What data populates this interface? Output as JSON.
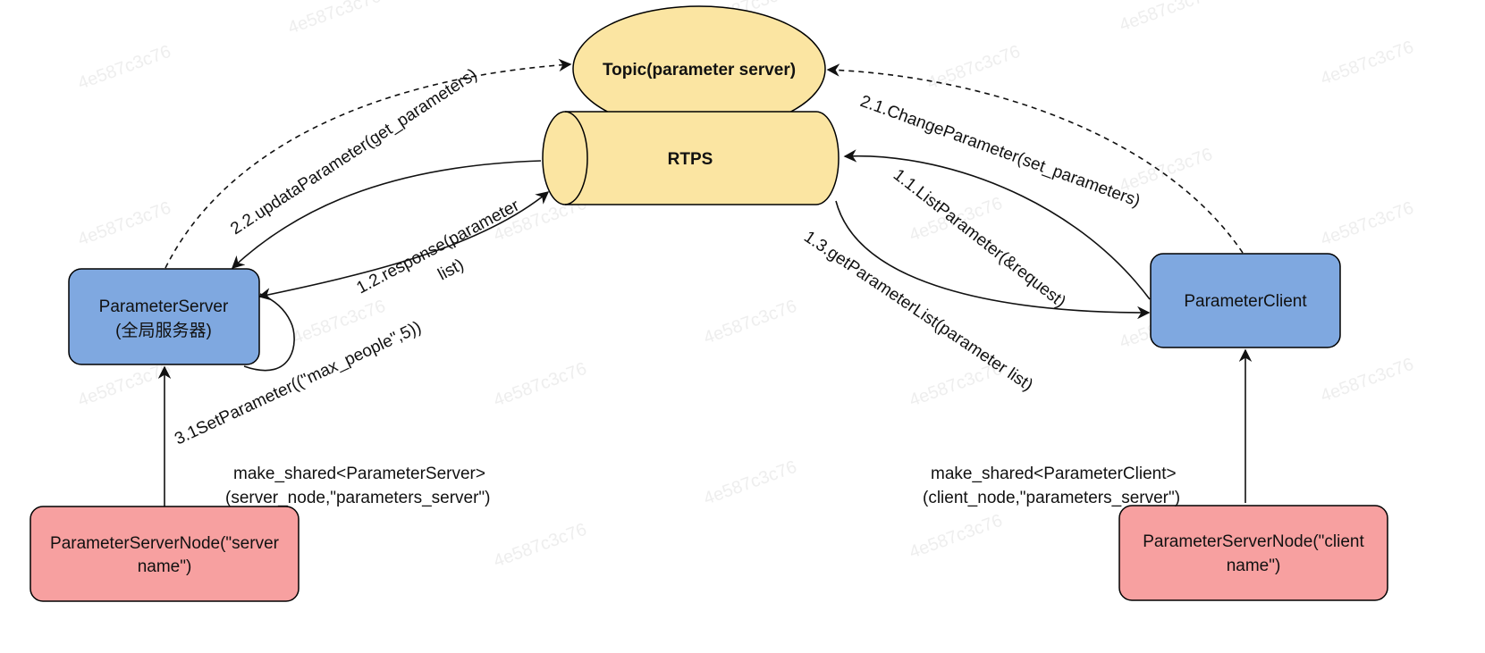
{
  "colors": {
    "topic_fill": "#fbe5a2",
    "server_fill": "#7fa8e0",
    "node_fill": "#f7a0a0",
    "stroke": "#000000",
    "line": "#111111",
    "watermark": "#eeeeee"
  },
  "nodes": {
    "topic": "Topic(parameter server)",
    "rtps": "RTPS",
    "parameter_server_line1": "ParameterServer",
    "parameter_server_line2": "(全局服务器)",
    "parameter_client": "ParameterClient",
    "server_node_line1": "ParameterServerNode(\"server",
    "server_node_line2": "name\")",
    "client_node_line1": "ParameterServerNode(\"client",
    "client_node_line2": "name\")"
  },
  "edges": {
    "e_2_2": "2.2.updataParameter(get_parameters)",
    "e_1_2_line1": "1.2.response(parameter",
    "e_1_2_line2": "list)",
    "e_3_1": "3.1SetParameter((\"max_people\",5))",
    "e_2_1": "2.1.ChangeParameter(set_parameters)",
    "e_1_1": "1.1.ListParameter(&request)",
    "e_1_3": "1.3.getParameterList(parameter list)",
    "make_server_line1": "make_shared<ParameterServer>",
    "make_server_line2": "(server_node,\"parameters_server\")",
    "make_client_line1": "make_shared<ParameterClient>",
    "make_client_line2": "(client_node,\"parameters_server\")"
  },
  "watermark": "4e587c3c76"
}
